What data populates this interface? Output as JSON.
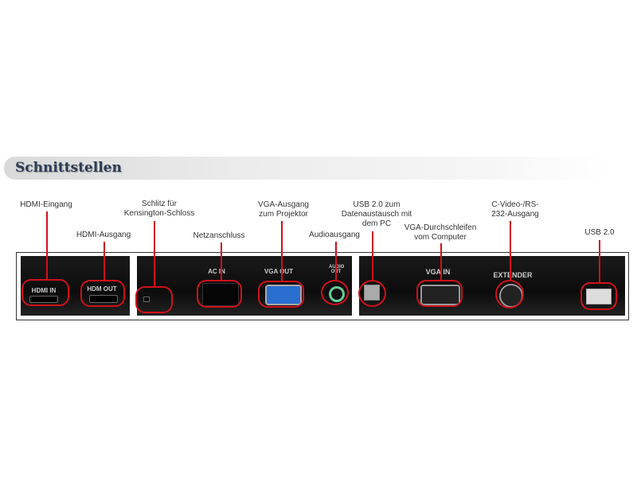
{
  "section_title": "Schnittstellen",
  "callouts": [
    {
      "id": "hdmi-in",
      "lines": [
        "HDMI-Eingang"
      ]
    },
    {
      "id": "hdmi-out",
      "lines": [
        "HDMI-Ausgang"
      ]
    },
    {
      "id": "kensington",
      "lines": [
        "Schlitz für",
        "Kensington-Schloss"
      ]
    },
    {
      "id": "power",
      "lines": [
        "Netzanschluss"
      ]
    },
    {
      "id": "vga-out",
      "lines": [
        "VGA-Ausgang",
        "zum Projektor"
      ]
    },
    {
      "id": "audio",
      "lines": [
        "Audioausgang"
      ]
    },
    {
      "id": "usb-pc",
      "lines": [
        "USB 2.0 zum",
        "Datenaustausch mit",
        "dem PC"
      ]
    },
    {
      "id": "vga-in",
      "lines": [
        "VGA-Durchschleifen",
        "vom Computer"
      ]
    },
    {
      "id": "extender",
      "lines": [
        "C-Video-/RS-",
        "232-Ausgang"
      ]
    },
    {
      "id": "usb",
      "lines": [
        "USB 2.0"
      ]
    }
  ],
  "port_labels": {
    "hdmi_in": "HDMI IN",
    "hdmi_out": "HDM OUT",
    "ac_in": "AC IN",
    "vga_out": "VGA OUT",
    "audio_out": "AUDIO OUT",
    "vga_in": "VGA IN",
    "extender": "EXTENDER"
  },
  "colors": {
    "callout": "#d0101a",
    "title": "#2b3d55"
  }
}
